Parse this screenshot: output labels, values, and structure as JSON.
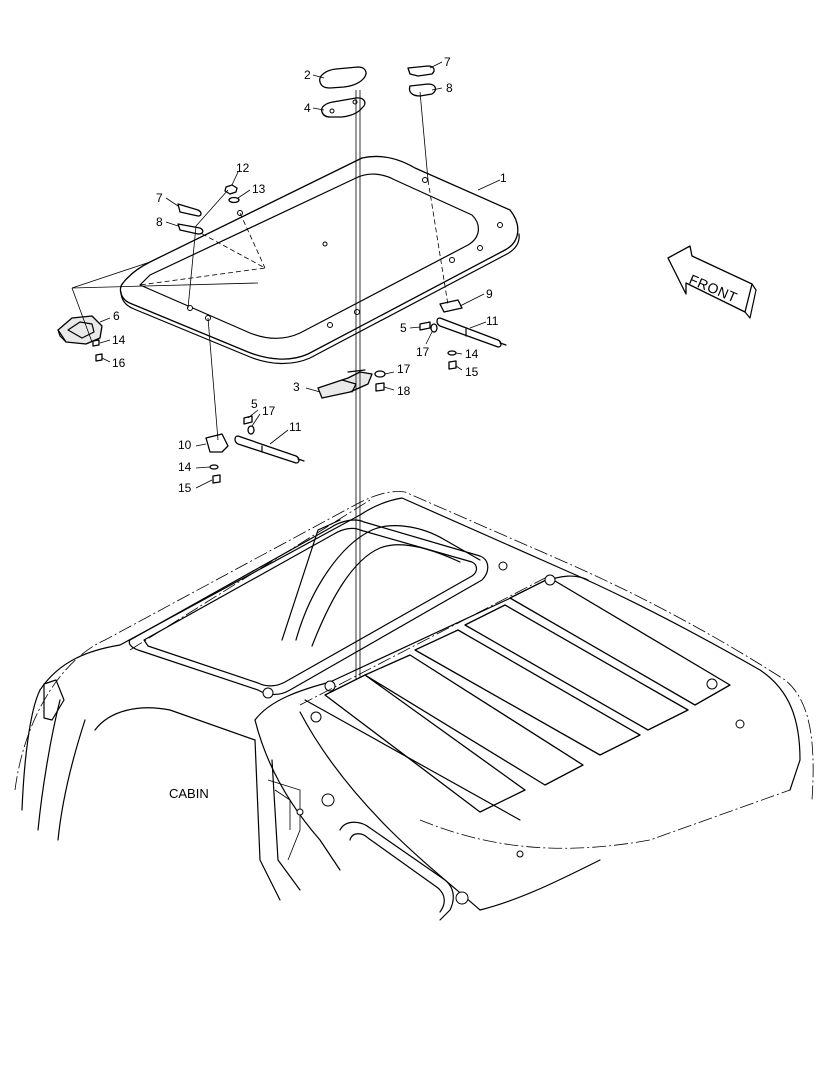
{
  "diagram": {
    "callouts": {
      "c1": "1",
      "c2": "2",
      "c3": "3",
      "c4": "4",
      "c5a": "5",
      "c5b": "5",
      "c6": "6",
      "c7a": "7",
      "c7b": "7",
      "c8a": "8",
      "c8b": "8",
      "c9": "9",
      "c10": "10",
      "c11a": "11",
      "c11b": "11",
      "c12": "12",
      "c13": "13",
      "c14a": "14",
      "c14b": "14",
      "c14c": "14",
      "c15a": "15",
      "c15b": "15",
      "c16": "16",
      "c17a": "17",
      "c17b": "17",
      "c17c": "17",
      "c18": "18"
    },
    "cabin_label": "CABIN",
    "front_label": "FRONT"
  }
}
